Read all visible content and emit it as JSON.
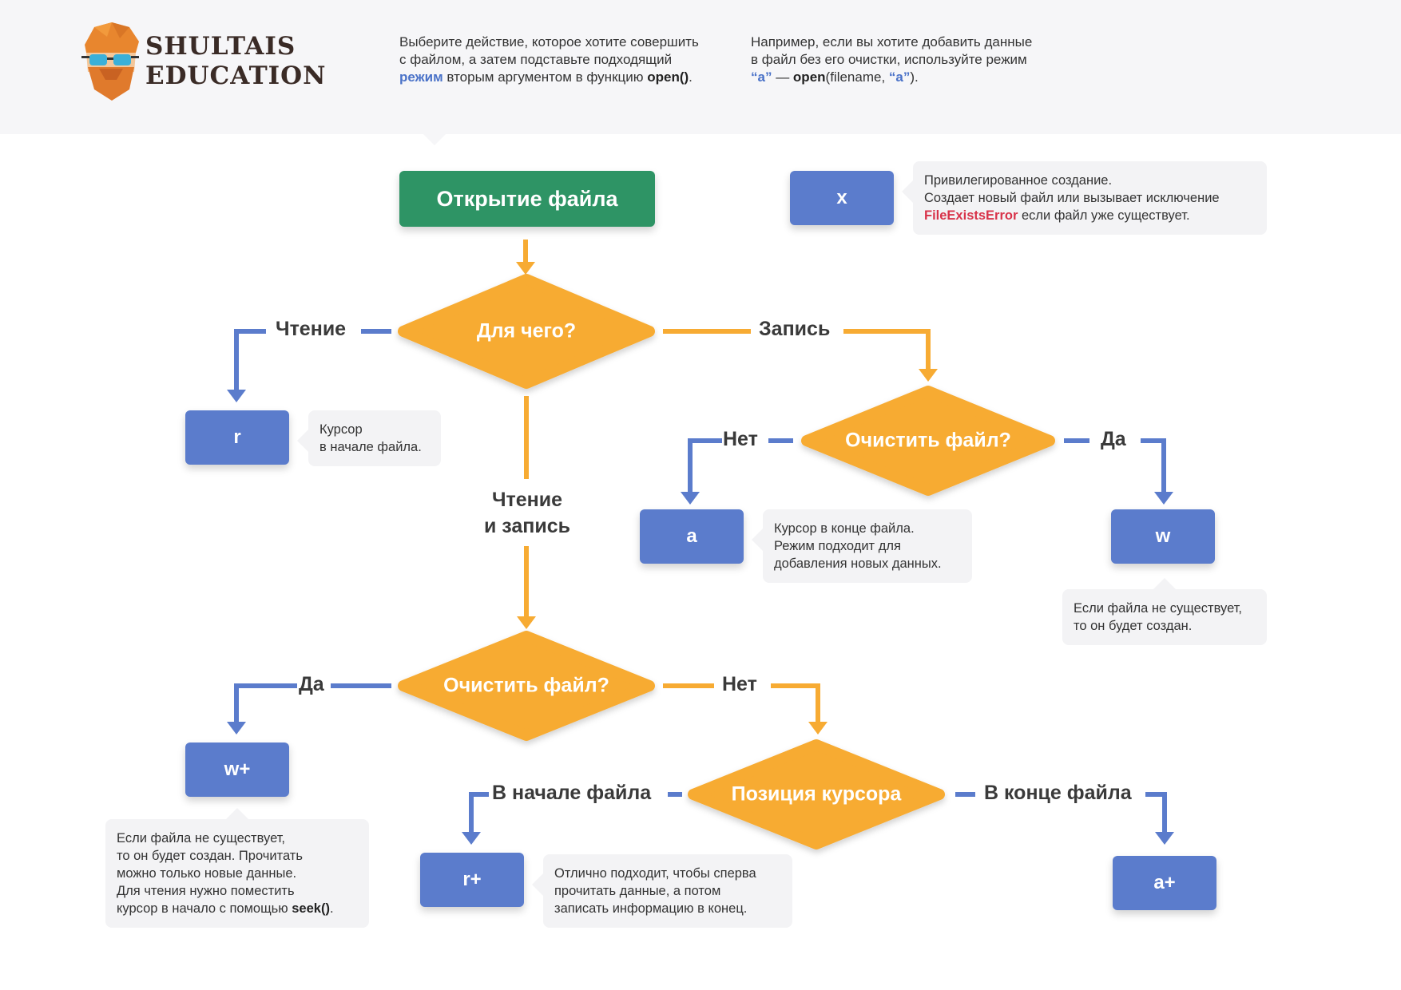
{
  "brand": {
    "line1": "SHULTAIS",
    "line2": "EDUCATION",
    "logo": "bearded-face-logo-icon"
  },
  "intro": {
    "left": {
      "line1": "Выберите действие, которое хотите совершить",
      "line2": "с файлом, а затем подставьте подходящий",
      "line3_word": "режим",
      "line3_mid": " вторым аргументом в функцию ",
      "line3_func": "open()",
      "line3_end": "."
    },
    "right": {
      "line1": "Например, если вы хотите добавить данные",
      "line2": "в файл без его очистки, используйте режим",
      "line3_mode": "“a”",
      "line3_dash": " — ",
      "line3_func": "open",
      "line3_args": "(filename, ",
      "line3_mode2": "“a”",
      "line3_end": ")."
    }
  },
  "colors": {
    "start": "#2e9465",
    "decision": "#f7ab33",
    "mode": "#5b7ccc",
    "connector_blue": "#5b7ccc",
    "connector_orange": "#f7ab33",
    "error_red": "#d8334a"
  },
  "flow": {
    "start": "Открытие файла",
    "decision_purpose": "Для чего?",
    "label_read": "Чтение",
    "label_write": "Запись",
    "label_readwrite_1": "Чтение",
    "label_readwrite_2": "и запись",
    "decision_clear_write": "Очистить файл?",
    "decision_clear_rw": "Очистить файл?",
    "decision_cursor": "Позиция курсора",
    "label_no_1": "Нет",
    "label_yes_1": "Да",
    "label_yes_2": "Да",
    "label_no_2": "Нет",
    "label_cursor_start": "В начале файла",
    "label_cursor_end": "В конце файла"
  },
  "modes": {
    "x": "x",
    "r": "r",
    "a": "a",
    "w": "w",
    "w_plus": "w+",
    "r_plus": "r+",
    "a_plus": "a+"
  },
  "notes": {
    "x": {
      "line1": "Привилегированное создание.",
      "line2": "Создает новый файл или вызывает исключение",
      "error": "FileExistsError",
      "line3_rest": " если файл уже существует."
    },
    "r": {
      "line1": "Курсор",
      "line2": "в начале файла."
    },
    "a": {
      "line1": "Курсор в конце файла.",
      "line2": "Режим подходит для",
      "line3": "добавления новых данных."
    },
    "w": {
      "line1": "Если файла не существует,",
      "line2": "то он будет создан."
    },
    "w_plus": {
      "line1": "Если файла не существует,",
      "line2": "то он будет создан. Прочитать",
      "line3": "можно только новые данные.",
      "line4": "Для чтения нужно поместить",
      "line5_pre": "курсор в начало с помощью ",
      "line5_func": "seek()",
      "line5_end": "."
    },
    "r_plus": {
      "line1": "Отлично подходит, чтобы сперва",
      "line2": "прочитать данные, а потом",
      "line3": "записать информацию в конец."
    }
  }
}
